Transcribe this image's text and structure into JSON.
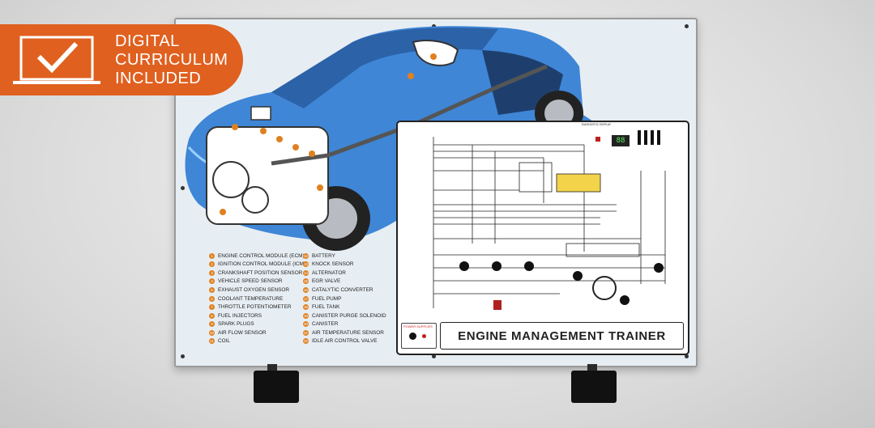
{
  "badge": {
    "line1": "DIGITAL",
    "line2": "CURRICULUM",
    "line3": "INCLUDED",
    "icon": "laptop-check-icon",
    "color": "#e0601f"
  },
  "legend": {
    "left": [
      {
        "num": "1",
        "label": "ENGINE CONTROL MODULE (ECM)"
      },
      {
        "num": "2",
        "label": "IGNITION CONTROL MODULE (ICM)"
      },
      {
        "num": "3",
        "label": "CRANKSHAFT POSITION SENSOR"
      },
      {
        "num": "4",
        "label": "VEHICLE SPEED SENSOR"
      },
      {
        "num": "5",
        "label": "EXHAUST OXYGEN SENSOR"
      },
      {
        "num": "6",
        "label": "COOLANT TEMPERATURE"
      },
      {
        "num": "7",
        "label": "THROTTLE POTENTIOMETER"
      },
      {
        "num": "8",
        "label": "FUEL INJECTORS"
      },
      {
        "num": "9",
        "label": "SPARK PLUGS"
      },
      {
        "num": "10",
        "label": "AIR FLOW SENSOR"
      },
      {
        "num": "11",
        "label": "COIL"
      }
    ],
    "right": [
      {
        "num": "12",
        "label": "BATTERY"
      },
      {
        "num": "13",
        "label": "KNOCK SENSOR"
      },
      {
        "num": "14",
        "label": "ALTERNATOR"
      },
      {
        "num": "15",
        "label": "EGR VALVE"
      },
      {
        "num": "16",
        "label": "CATALYTIC CONVERTER"
      },
      {
        "num": "17",
        "label": "FUEL PUMP"
      },
      {
        "num": "18",
        "label": "FUEL TANK"
      },
      {
        "num": "19",
        "label": "CANISTER PURGE SOLENOID"
      },
      {
        "num": "20",
        "label": "CANISTER"
      },
      {
        "num": "21",
        "label": "AIR TEMPERATURE SENSOR"
      },
      {
        "num": "22",
        "label": "IDLE AIR CONTROL VALVE"
      }
    ]
  },
  "panel": {
    "title": "ENGINE MANAGEMENT TRAINER",
    "power_label": "POWER SUPPLIES",
    "diagnostic_label": "DIAGNOSTIC DISPLAY",
    "display_value": "88"
  },
  "colors": {
    "car_body": "#3f86d6",
    "board": "#e7eef3",
    "accent": "#e0801f"
  }
}
